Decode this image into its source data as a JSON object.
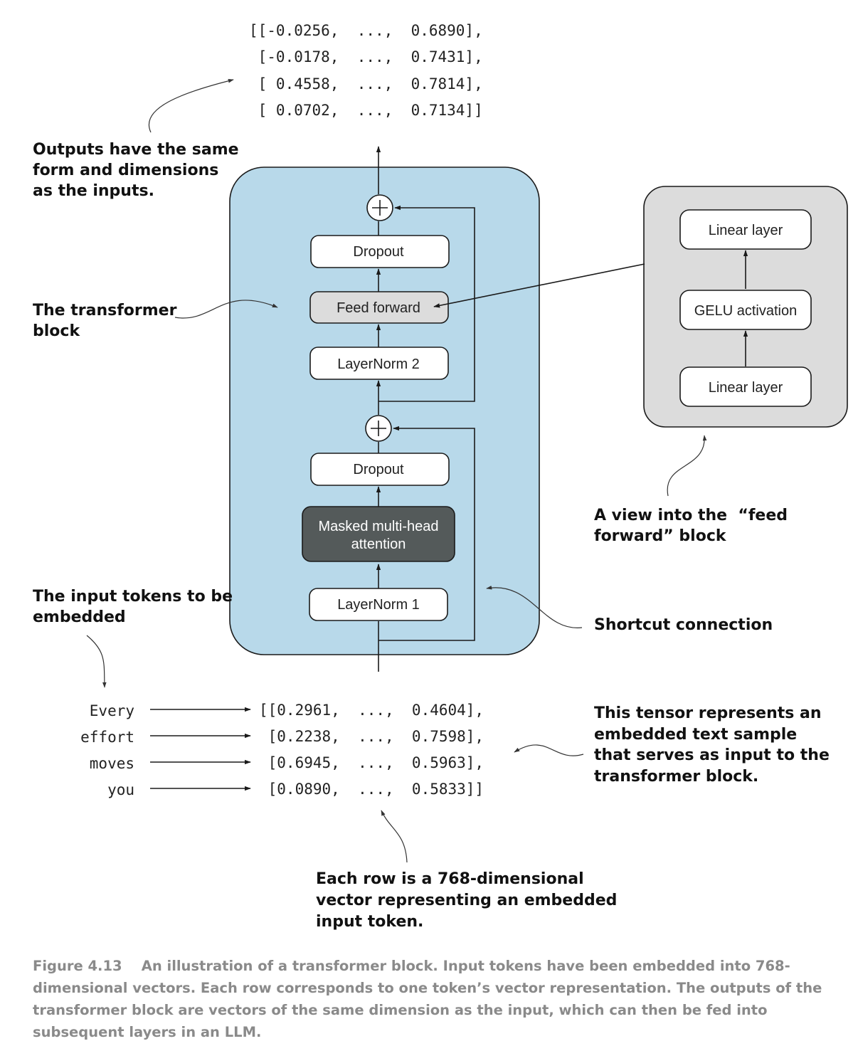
{
  "output_tensor": {
    "rows": [
      "[[-0.0256,  ...,  0.6890],",
      " [-0.0178,  ...,  0.7431],",
      " [ 0.4558,  ...,  0.7814],",
      " [ 0.0702,  ...,  0.7134]]"
    ]
  },
  "input_tokens": [
    "Every",
    "effort",
    "moves",
    "you"
  ],
  "input_tensor": {
    "rows": [
      "[[0.2961,  ...,  0.4604],",
      " [0.2238,  ...,  0.7598],",
      " [0.6945,  ...,  0.5963],",
      " [0.0890,  ...,  0.5833]]"
    ]
  },
  "transformer_block": {
    "layers": {
      "dropout_top": "Dropout",
      "feed_forward": "Feed forward",
      "layernorm2": "LayerNorm 2",
      "dropout_bottom": "Dropout",
      "attention_line1": "Masked multi-head",
      "attention_line2": "attention",
      "layernorm1": "LayerNorm 1"
    }
  },
  "feed_forward_view": {
    "layers": {
      "linear_top": "Linear layer",
      "gelu": "GELU activation",
      "linear_bottom": "Linear layer"
    }
  },
  "annotations": {
    "outputs": [
      "Outputs have the same",
      "form and dimensions",
      "as the inputs."
    ],
    "transformer_block": [
      "The transformer",
      "block"
    ],
    "input_tokens": [
      "The input tokens to be",
      "embedded"
    ],
    "ff_view": [
      "A view into the  “feed",
      "forward” block"
    ],
    "shortcut": [
      "Shortcut connection"
    ],
    "tensor": [
      "This tensor represents an",
      "embedded text sample",
      "that serves as input to the",
      "transformer block."
    ],
    "each_row": [
      "Each row is a 768-dimensional",
      "vector representing an embedded",
      "input token."
    ]
  },
  "caption": {
    "lines": [
      "Figure 4.13    An illustration of a transformer block. Input tokens have been embedded into 768-",
      "dimensional vectors. Each row corresponds to one token’s vector representation. The outputs of the",
      "transformer block are vectors of the same dimension as the input, which can then be fed into",
      "subsequent layers in an LLM."
    ]
  },
  "colors": {
    "block_fill": "#b8d9ea",
    "ff_view_fill": "#dcdcdc",
    "feed_forward_fill": "#dcdcdc",
    "attention_fill": "#545a5a",
    "caption_text": "#8a8a8a"
  }
}
